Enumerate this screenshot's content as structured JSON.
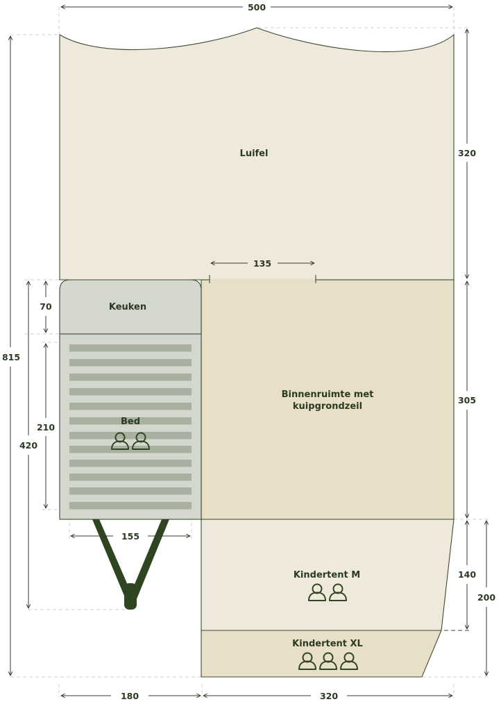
{
  "colors": {
    "luifel": "#efe9db",
    "binnenruimte": "#e7dfc8",
    "keuken": "#d4d7cd",
    "bed": "#d4d7cd",
    "bed_stripe": "#a8b19f",
    "kindertent_m": "#efe9db",
    "kindertent_xl": "#e7dfc8",
    "outline": "#3d4a30",
    "text": "#2b3a22",
    "frame": "#2f4420"
  },
  "rooms": {
    "luifel": "Luifel",
    "keuken": "Keuken",
    "bed": "Bed",
    "binnenruimte_line1": "Binnenruimte met",
    "binnenruimte_line2": "kuipgrondzeil",
    "kindertent_m": "Kindertent M",
    "kindertent_xl": "Kindertent XL"
  },
  "person_icons": {
    "bed": 2,
    "kindertent_m": 2,
    "kindertent_xl": 3
  },
  "dimensions": {
    "total_width": "500",
    "total_depth": "815",
    "luifel_depth": "320",
    "opening_width": "135",
    "keuken_depth": "70",
    "bed_length": "210",
    "unit_depth": "420",
    "binnenruimte_depth": "305",
    "bed_width": "155",
    "kindertent_m_depth": "140",
    "kindertent_xl_depth": "200",
    "unit_width": "180",
    "kindertent_width": "320"
  },
  "icons": {
    "person": "person-icon",
    "drawbar": "drawbar-icon"
  }
}
